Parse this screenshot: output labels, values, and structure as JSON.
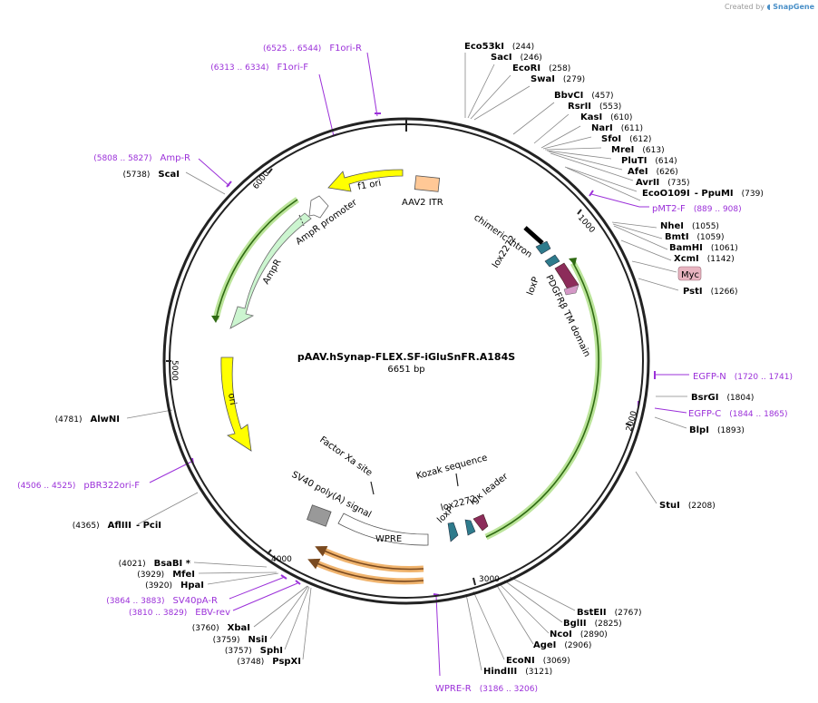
{
  "credit": {
    "prefix": "Created by",
    "brand": "SnapGene"
  },
  "plasmid": {
    "name": "pAAV.hSynap-FLEX.SF-iGluSnFR.A184S",
    "size": "6651 bp"
  },
  "ruler": [
    "1000",
    "2000",
    "3000",
    "4000",
    "5000",
    "6000"
  ],
  "enzymes": [
    {
      "name": "Eco53kI",
      "pos": "(244)"
    },
    {
      "name": "SacI",
      "pos": "(246)"
    },
    {
      "name": "EcoRI",
      "pos": "(258)"
    },
    {
      "name": "SwaI",
      "pos": "(279)"
    },
    {
      "name": "BbvCI",
      "pos": "(457)"
    },
    {
      "name": "RsrII",
      "pos": "(553)"
    },
    {
      "name": "KasI",
      "pos": "(610)"
    },
    {
      "name": "NarI",
      "pos": "(611)"
    },
    {
      "name": "SfoI",
      "pos": "(612)"
    },
    {
      "name": "MreI",
      "pos": "(613)"
    },
    {
      "name": "PluTI",
      "pos": "(614)"
    },
    {
      "name": "AfeI",
      "pos": "(626)"
    },
    {
      "name": "AvrII",
      "pos": "(735)"
    },
    {
      "name": "EcoO109I",
      "extra": "- PpuMI",
      "pos": "(739)"
    },
    {
      "name": "NheI",
      "pos": "(1055)"
    },
    {
      "name": "BmtI",
      "pos": "(1059)"
    },
    {
      "name": "BamHI",
      "pos": "(1061)"
    },
    {
      "name": "XcmI",
      "pos": "(1142)"
    },
    {
      "name": "PstI",
      "pos": "(1266)"
    },
    {
      "name": "BsrGI",
      "pos": "(1804)"
    },
    {
      "name": "BlpI",
      "pos": "(1893)"
    },
    {
      "name": "StuI",
      "pos": "(2208)"
    },
    {
      "name": "BstEII",
      "pos": "(2767)"
    },
    {
      "name": "BglII",
      "pos": "(2825)"
    },
    {
      "name": "NcoI",
      "pos": "(2890)"
    },
    {
      "name": "AgeI",
      "pos": "(2906)"
    },
    {
      "name": "EcoNI",
      "pos": "(3069)"
    },
    {
      "name": "HindIII",
      "pos": "(3121)"
    },
    {
      "name": "AlwNI",
      "pos": "(4781)"
    },
    {
      "name": "AflIII",
      "extra": "- PciI",
      "pos": "(4365)"
    },
    {
      "name": "BsaBI *",
      "pos": "(4021)"
    },
    {
      "name": "MfeI",
      "pos": "(3929)"
    },
    {
      "name": "HpaI",
      "pos": "(3920)"
    },
    {
      "name": "XbaI",
      "pos": "(3760)"
    },
    {
      "name": "NsiI",
      "pos": "(3759)"
    },
    {
      "name": "SphI",
      "pos": "(3757)"
    },
    {
      "name": "PspXI",
      "pos": "(3748)"
    },
    {
      "name": "ScaI",
      "pos": "(5738)"
    }
  ],
  "primers": [
    {
      "name": "F1ori-R",
      "range": "(6525 .. 6544)"
    },
    {
      "name": "F1ori-F",
      "range": "(6313 .. 6334)"
    },
    {
      "name": "Amp-R",
      "range": "(5808 .. 5827)"
    },
    {
      "name": "pMT2-F",
      "range": "(889 .. 908)"
    },
    {
      "name": "EGFP-N",
      "range": "(1720 .. 1741)"
    },
    {
      "name": "EGFP-C",
      "range": "(1844 .. 1865)"
    },
    {
      "name": "pBR322ori-F",
      "range": "(4506 .. 4525)"
    },
    {
      "name": "SV40pA-R",
      "range": "(3864 .. 3883)"
    },
    {
      "name": "EBV-rev",
      "range": "(3810 .. 3829)"
    },
    {
      "name": "WPRE-R",
      "range": "(3186 .. 3206)"
    }
  ],
  "features": {
    "f1_ori": "f1 ori",
    "aav2_itr": "AAV2 ITR",
    "ampr_promoter": "AmpR promoter",
    "ampr": "AmpR",
    "ori": "ori",
    "chimeric_intron": "chimeric intron",
    "lox2272_top": "lox2272",
    "loxp_top": "loxP",
    "pdgfrb": "PDGFRβ TM domain",
    "myc": "Myc",
    "factor_xa": "Factor Xa site",
    "kozak": "Kozak sequence",
    "sv40": "SV40 poly(A) signal",
    "wpre": "WPRE",
    "lox2272_bottom": "lox2272",
    "loxp_bottom": "loxP",
    "igk": "Igκ leader"
  },
  "colors": {
    "backbone": "#222222",
    "primer": "#9b30d9",
    "f1_ori": "#ffff00",
    "ori": "#ffff00",
    "ampr": "#ccf5d0",
    "itr": "#ffc896",
    "lox": "#2e7b8c",
    "pdgfrb": "#8c2c5a",
    "myc": "#e8b4c0",
    "sv40": "#999999",
    "gene_highlight": "#bbe49a",
    "orange_highlight": "#f0b46e"
  }
}
